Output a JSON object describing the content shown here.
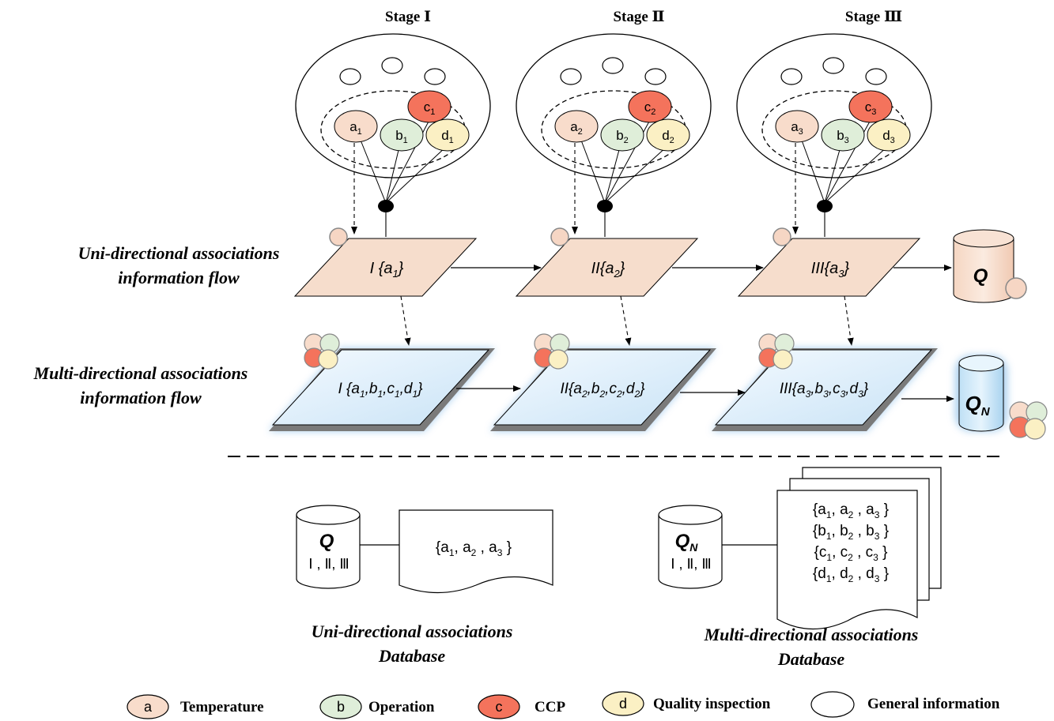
{
  "stages": [
    {
      "title": "Stage Ⅰ",
      "a": "a",
      "b": "b",
      "c": "c",
      "d": "d",
      "sub": "1",
      "roman": "I",
      "uni_prefix": "I {",
      "uni_a": "a",
      "uni_sub": "1",
      "uni_suffix": "}",
      "multi_label": "I {a1,b1,c1,d1}"
    },
    {
      "title": "Stage Ⅱ",
      "a": "a",
      "b": "b",
      "c": "c",
      "d": "d",
      "sub": "2",
      "roman": "II",
      "uni_prefix": "II{",
      "uni_a": "a",
      "uni_sub": "2",
      "uni_suffix": "}",
      "multi_label": "II{a2,b2,c2,d2}"
    },
    {
      "title": "Stage Ⅲ",
      "a": "a",
      "b": "b",
      "c": "c",
      "d": "d",
      "sub": "3",
      "roman": "III",
      "uni_prefix": "III{",
      "uni_a": "a",
      "uni_sub": "3",
      "uni_suffix": "}",
      "multi_label": "III{a3,b3,c3,d3}"
    }
  ],
  "rows": {
    "uni_line1": "Uni-directional associations",
    "uni_line2": "information flow",
    "multi_line1": "Multi-directional associations",
    "multi_line2": "information flow"
  },
  "outputs": {
    "q_label": "Q",
    "qn_label": "Q",
    "qn_sub": "N"
  },
  "databases": {
    "uni": {
      "cyl_label": "Q",
      "cyl_stages": "Ⅰ , Ⅱ, Ⅲ",
      "doc_text": "{a1, a2 , a3 }",
      "caption_line1": "Uni-directional associations",
      "caption_line2": "Database"
    },
    "multi": {
      "cyl_label": "Q",
      "cyl_sub": "N",
      "cyl_stages": "Ⅰ , Ⅱ, Ⅲ",
      "doc_lines": [
        "{a1, a2 , a3 }",
        "{b1, b2 , b3 }",
        "{c1, c2 , c3 }",
        "{d1, d2 , d3 }"
      ],
      "caption_line1": "Multi-directional associations",
      "caption_line2": "Database"
    }
  },
  "legend": [
    {
      "symbol": "a",
      "label": "Temperature",
      "color": "#f8dccb"
    },
    {
      "symbol": "b",
      "label": "Operation",
      "color": "#dfeed9"
    },
    {
      "symbol": "c",
      "label": "CCP",
      "color": "#f4735c"
    },
    {
      "symbol": "d",
      "label": "Quality inspection",
      "color": "#fbf0c4"
    },
    {
      "symbol": "",
      "label": "General information",
      "color": "#ffffff"
    }
  ],
  "colors": {
    "temperature": "#f8dccb",
    "operation": "#dfeed9",
    "ccp": "#f4735c",
    "quality": "#fbf0c4",
    "uni_plane": "#f6ddcc",
    "multi_plane": "#dbeefa",
    "glow": "#9cc7ee"
  }
}
